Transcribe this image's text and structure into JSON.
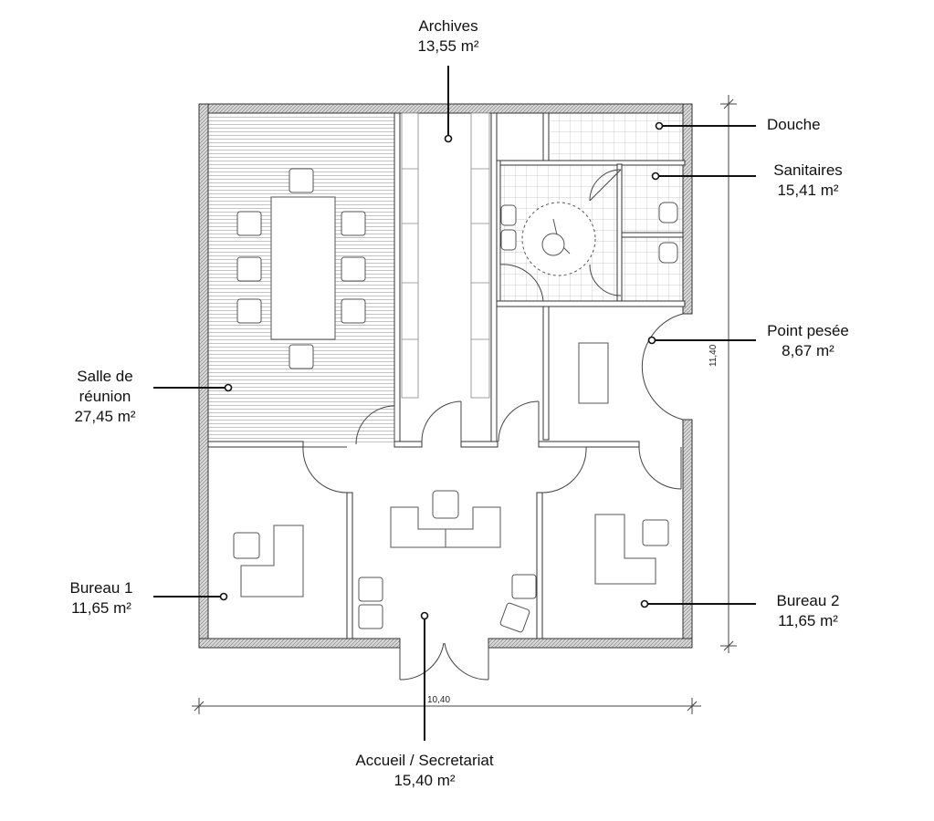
{
  "rooms": {
    "archives": {
      "name": "Archives",
      "area": "13,55 m²"
    },
    "douche": {
      "name": "Douche"
    },
    "sanitaires": {
      "name": "Sanitaires",
      "area": "15,41 m²"
    },
    "point_pesee": {
      "name": "Point pesée",
      "area": "8,67 m²"
    },
    "salle": {
      "name_line1": "Salle de",
      "name_line2": "réunion",
      "area": "27,45 m²"
    },
    "bureau1": {
      "name": "Bureau 1",
      "area": "11,65 m²"
    },
    "bureau2": {
      "name": "Bureau 2",
      "area": "11,65 m²"
    },
    "accueil": {
      "name": "Accueil / Secretariat",
      "area": "15,40 m²"
    }
  },
  "dimensions": {
    "width": "10,40",
    "height": "11,40"
  }
}
